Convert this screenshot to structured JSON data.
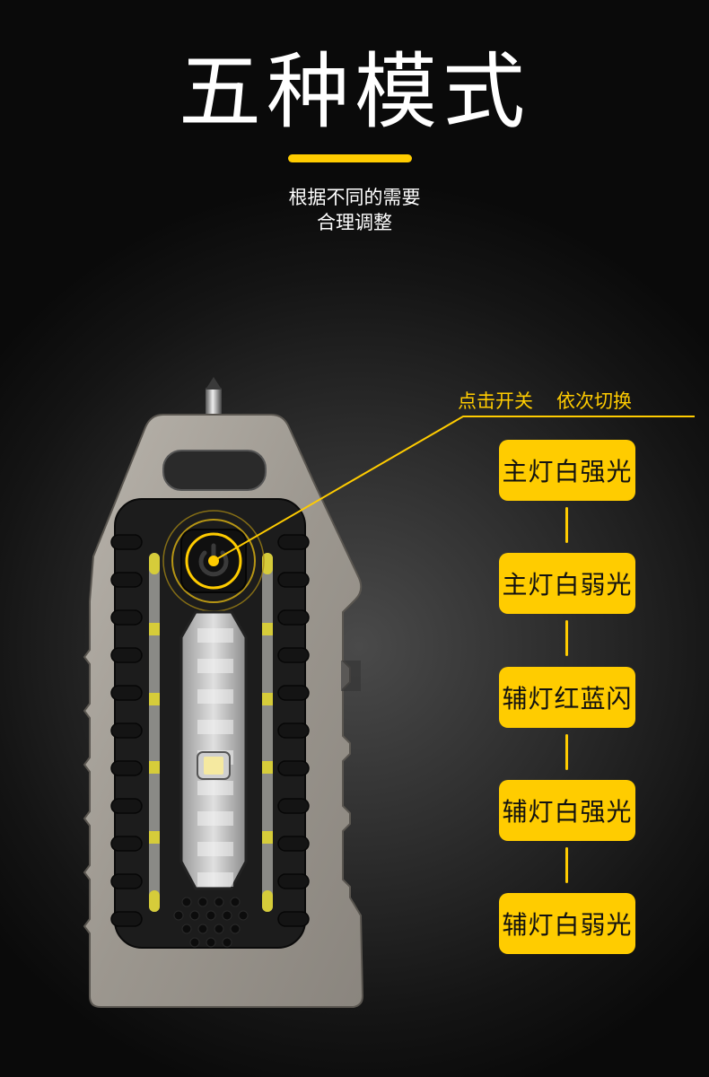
{
  "header": {
    "title": "五种模式",
    "subtitle_line1": "根据不同的需要",
    "subtitle_line2": "合理调整"
  },
  "callout": {
    "label_part1": "点击开关",
    "label_part2": "依次切换"
  },
  "modes": [
    {
      "label": "主灯白强光"
    },
    {
      "label": "主灯白弱光"
    },
    {
      "label": "辅灯红蓝闪"
    },
    {
      "label": "辅灯白强光"
    },
    {
      "label": "辅灯白弱光"
    }
  ],
  "colors": {
    "accent": "#ffcc00",
    "background": "#0a0a0a",
    "text": "#ffffff",
    "mode_text": "#111111"
  },
  "icons": {
    "power_button": "power-icon"
  }
}
